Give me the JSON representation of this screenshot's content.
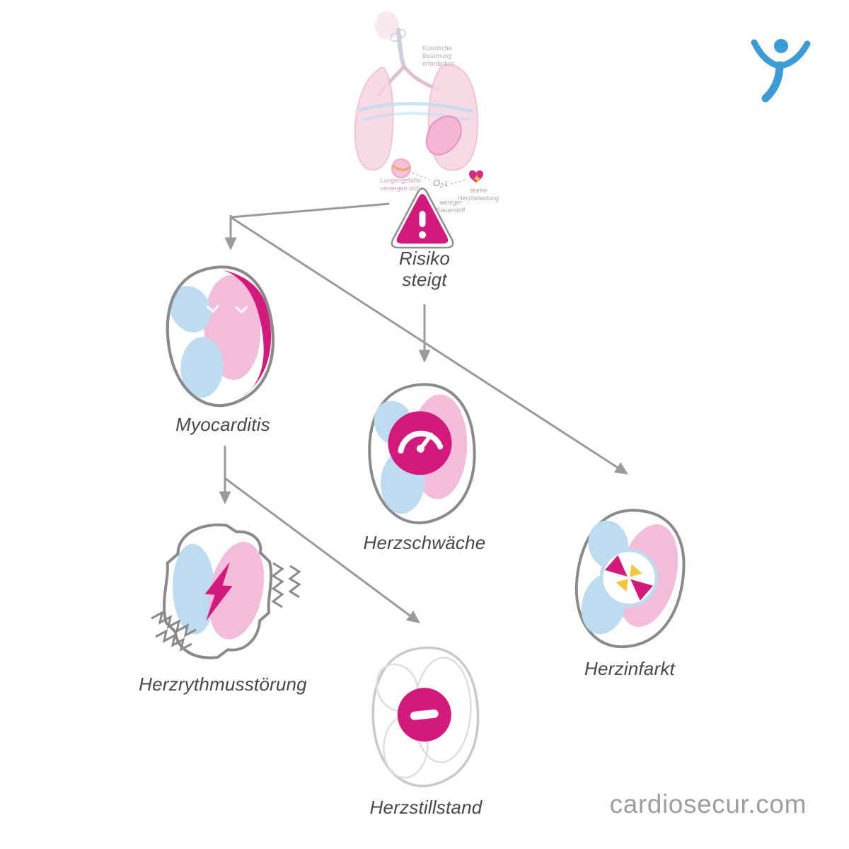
{
  "brand": {
    "website": "cardiosecur.com",
    "logo_color": "#3A9BD5"
  },
  "illustration": {
    "ventilation_label": "Künstliche Beatmung erforderlich",
    "vessels_label": "Lungengefäße verengen sich",
    "oxygen_label": "O₂",
    "oxygen_arrow": "↓",
    "less_oxygen_label": "weniger Sauerstoff",
    "strain_label": "starke Herzbelastung"
  },
  "flow": {
    "risk_label": "Risiko steigt",
    "nodes": [
      {
        "id": "myocarditis",
        "label": "Myocarditis",
        "icon": "inflamed-edge"
      },
      {
        "id": "herzschwaeche",
        "label": "Herzschwäche",
        "icon": "gauge-icon"
      },
      {
        "id": "herzinfarkt",
        "label": "Herzinfarkt",
        "icon": "blocked-artery-icon"
      },
      {
        "id": "herzrythmusstoerung",
        "label": "Herzrythmusstörung",
        "icon": "lightning-icon"
      },
      {
        "id": "herzstillstand",
        "label": "Herzstillstand",
        "icon": "minus-icon"
      }
    ]
  },
  "colors": {
    "magenta": "#D4197D",
    "pink": "#F2BCDA",
    "light_blue": "#BDDCEF",
    "yellow": "#F2C53D",
    "arrow_gray": "#9A9A9A",
    "outline_gray": "#8A8A8A",
    "label_text": "#474747",
    "site_text": "#9E9E9E",
    "logo_blue": "#3A9BD5"
  }
}
